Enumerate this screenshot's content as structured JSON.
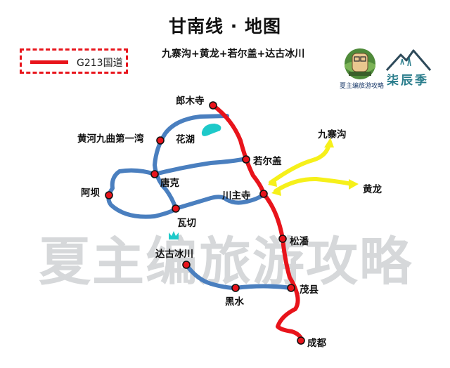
{
  "header": {
    "title": "甘南线 · 地图",
    "subtitle": "九寨沟+黄龙+若尔盖+达古冰川"
  },
  "legend": {
    "label": "G213国道",
    "line_color": "#e8141b"
  },
  "logos": {
    "left_caption": "夏主编旅游攻略",
    "right_brand": "柒辰季"
  },
  "watermark": "夏主编旅游攻略",
  "colors": {
    "g213": "#e8141b",
    "route": "#4a7fbf",
    "side_trip": "#f6f01a",
    "lake": "#1ec9c9",
    "node_fill": "#e8141b",
    "node_stroke": "#111111"
  },
  "places": {
    "langmusi": "郎木寺",
    "huanghe": "黄河九曲第一湾",
    "huahu": "花湖",
    "ruoergai": "若尔盖",
    "tangke": "唐克",
    "aba": "阿坝",
    "chuanzhusi": "川主寺",
    "waqie": "瓦切",
    "dagu": "达古冰川",
    "songpan": "松潘",
    "maoxian": "茂县",
    "heishui": "黑水",
    "chengdu": "成都",
    "jiuzhaigou": "九寨沟",
    "huanglong": "黄龙"
  }
}
